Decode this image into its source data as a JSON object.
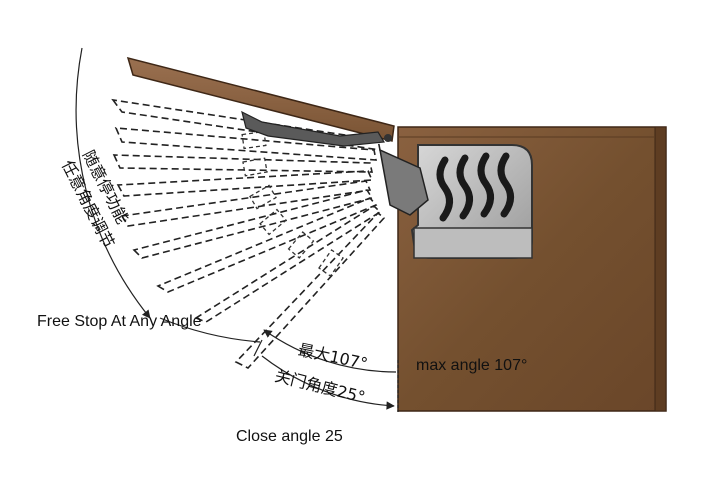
{
  "labels": {
    "cn_free_stop_line1": "随意停功能",
    "cn_free_stop_line2": "任意角度调节",
    "en_free_stop": "Free Stop At Any Angle",
    "cn_max_angle": "最大107°",
    "en_max_angle": "max angle 107°",
    "cn_close_angle": "关门角度25°",
    "en_close_angle": "Close angle 25"
  },
  "colors": {
    "cabinet_wood": "#7a5434",
    "cabinet_edge": "#4a301d",
    "door_wood": "#8b6241",
    "mechanism": "#6f6f6f",
    "line": "#222222"
  }
}
